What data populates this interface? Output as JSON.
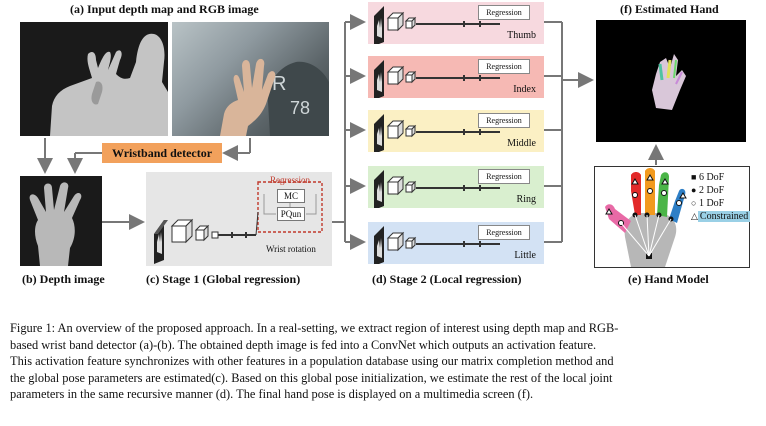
{
  "panels": {
    "a": "(a) Input depth map and RGB image",
    "b": "(b) Depth image",
    "c": "(c) Stage 1 (Global regression)",
    "d": "(d) Stage 2 (Local regression)",
    "e": "(e) Hand Model",
    "f": "(f) Estimated Hand"
  },
  "wristband": "Wristband detector",
  "stage1": {
    "regression": "Regression",
    "mc": "MC",
    "pqun": "PQun",
    "wrist_rotation": "Wrist rotation"
  },
  "fingers": [
    {
      "name": "Thumb",
      "regression": "Regression",
      "color": "#f7d9df"
    },
    {
      "name": "Index",
      "regression": "Regression",
      "color": "#f6b9b4"
    },
    {
      "name": "Middle",
      "regression": "Regression",
      "color": "#fbf0c4"
    },
    {
      "name": "Ring",
      "regression": "Regression",
      "color": "#d9efcf"
    },
    {
      "name": "Little",
      "regression": "Regression",
      "color": "#d3e2f4"
    }
  ],
  "legend": {
    "dof6": "6 DoF",
    "dof2": "2 DoF",
    "dof1": "1 DoF",
    "constrained": "Constrained"
  },
  "caption_lines": [
    "Figure 1: An overview of the proposed approach. In a real-setting, we extract region of interest using depth map and RGB-",
    "based wrist band detector (a)-(b). The obtained depth image is fed into a ConvNet which outputs an activation feature.",
    "This activation feature synchronizes with other features in a population database using our matrix completion method and",
    "the global pose parameters are estimated(c). Based on this global pose initialization, we estimate the rest of the local joint",
    "parameters in the same recursive manner (d). The final hand pose is displayed on a multimedia screen (f)."
  ],
  "colors": {
    "wristband": "#f2a15c",
    "stage1_bg": "#e6e6e6",
    "dashed_box": "#c0392b"
  }
}
